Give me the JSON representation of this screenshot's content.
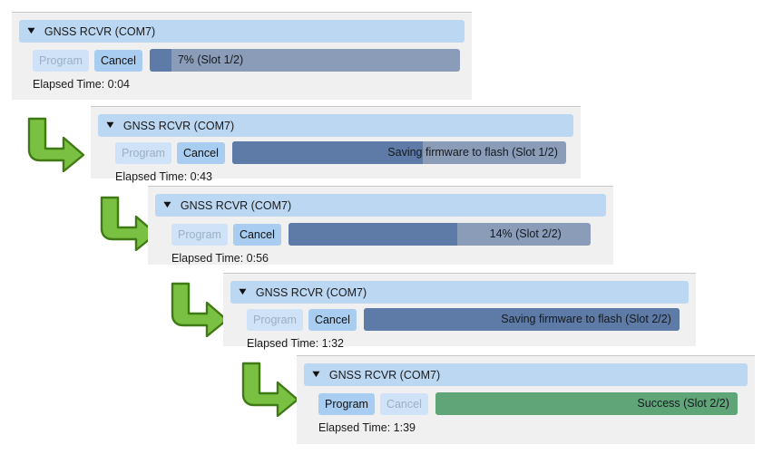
{
  "app": {
    "device_label": "GNSS RCVR (COM7)",
    "disclosure_glyph": "▼",
    "elapsed_prefix": "Elapsed Time:",
    "colors": {
      "panel_bg": "#f0f0f0",
      "header_bg": "#bcd7f2",
      "button_enabled_bg": "#a8cdf0",
      "button_disabled_bg": "#cfe2f7",
      "progress_track": "#8b9cb8",
      "progress_fill": "#5d7ba6",
      "progress_success": "#5fa578",
      "arrow_fill": "#7ac143",
      "arrow_stroke": "#3f7a14"
    },
    "buttons": {
      "program_label": "Program",
      "cancel_label": "Cancel"
    }
  },
  "panels": [
    {
      "title": "GNSS RCVR (COM7)",
      "program_label": "Program",
      "program_enabled": false,
      "cancel_label": "Cancel",
      "cancel_enabled": true,
      "progress_text": "7% (Slot 1/2)",
      "progress_percent": 7,
      "progress_state": "running",
      "label_align": "left",
      "elapsed_label": "Elapsed Time: 0:04"
    },
    {
      "title": "GNSS RCVR (COM7)",
      "program_label": "Program",
      "program_enabled": false,
      "cancel_label": "Cancel",
      "cancel_enabled": true,
      "progress_text": "Saving firmware to flash (Slot 1/2)",
      "progress_percent": 57,
      "progress_state": "running",
      "label_align": "right",
      "elapsed_label": "Elapsed Time: 0:43"
    },
    {
      "title": "GNSS RCVR (COM7)",
      "program_label": "Program",
      "program_enabled": false,
      "cancel_label": "Cancel",
      "cancel_enabled": true,
      "progress_text": "14% (Slot 2/2)",
      "progress_percent": 56,
      "progress_state": "running",
      "label_align": "right",
      "elapsed_label": "Elapsed Time: 0:56"
    },
    {
      "title": "GNSS RCVR (COM7)",
      "program_label": "Program",
      "program_enabled": false,
      "cancel_label": "Cancel",
      "cancel_enabled": true,
      "progress_text": "Saving firmware to flash (Slot 2/2)",
      "progress_percent": 100,
      "progress_state": "running",
      "label_align": "right",
      "elapsed_label": "Elapsed Time: 1:32"
    },
    {
      "title": "GNSS RCVR (COM7)",
      "program_label": "Program",
      "program_enabled": true,
      "cancel_label": "Cancel",
      "cancel_enabled": false,
      "progress_text": "Success (Slot 2/2)",
      "progress_percent": 100,
      "progress_state": "success",
      "label_align": "right",
      "elapsed_label": "Elapsed Time: 1:39"
    }
  ],
  "arrows": [
    {
      "name": "flow-arrow-1"
    },
    {
      "name": "flow-arrow-2"
    },
    {
      "name": "flow-arrow-3"
    },
    {
      "name": "flow-arrow-4"
    }
  ]
}
